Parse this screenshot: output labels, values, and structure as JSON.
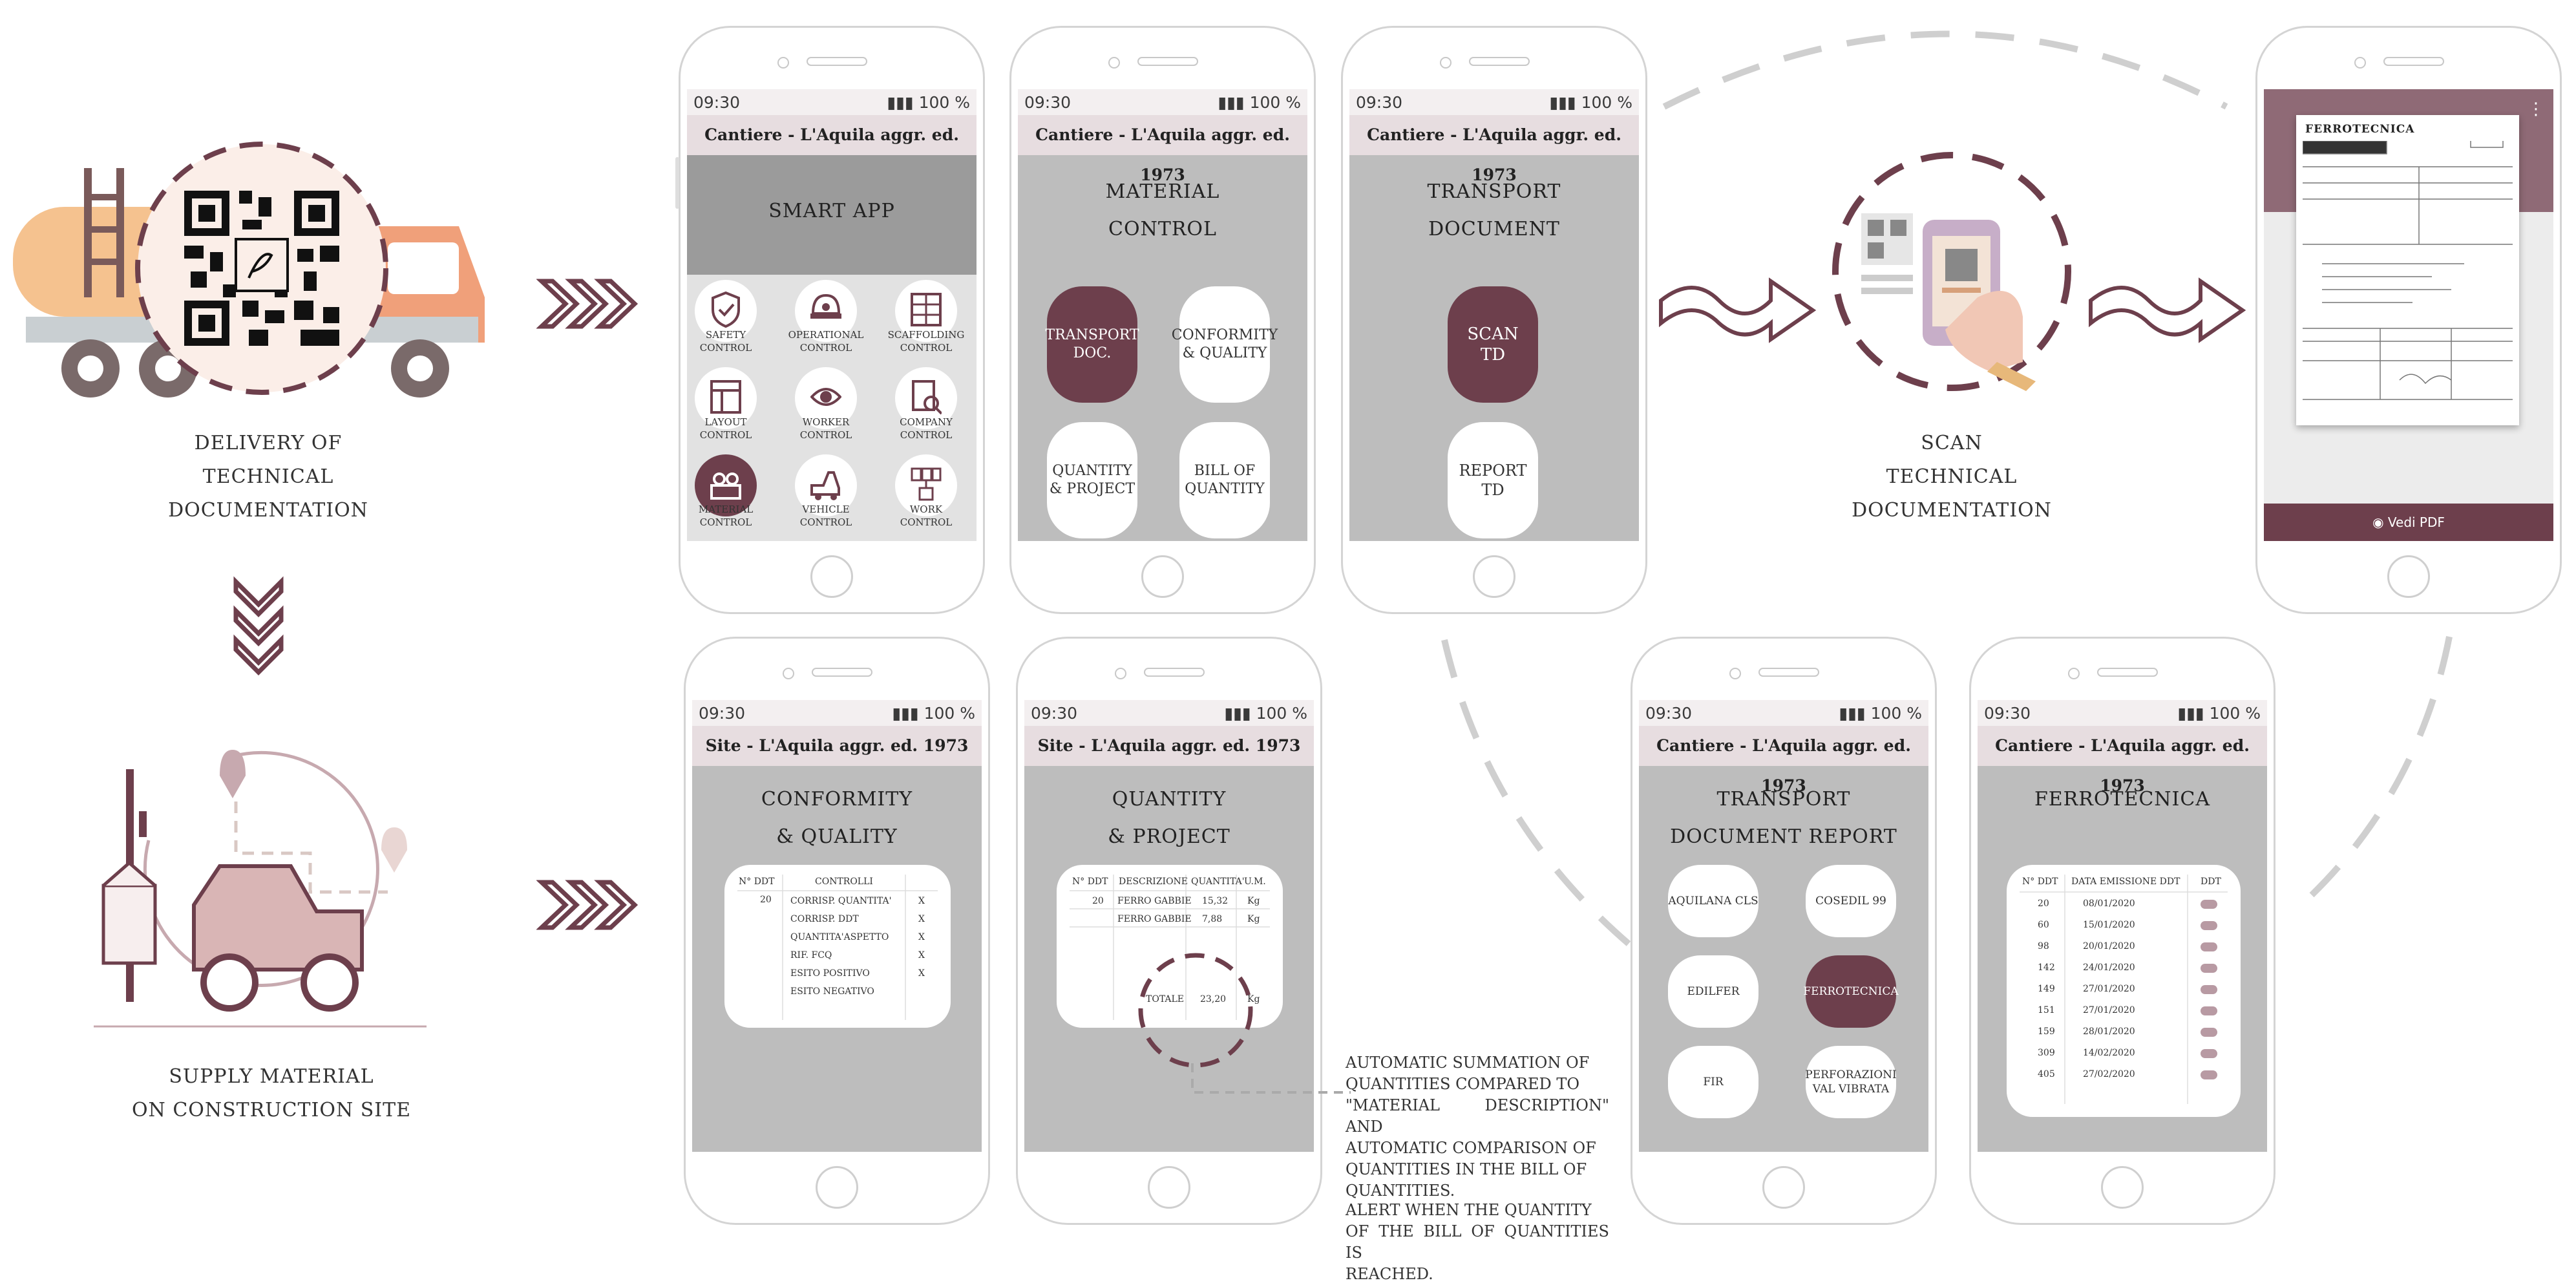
{
  "captions": {
    "delivery": [
      "DELIVERY OF",
      "TECHNICAL",
      "DOCUMENTATION"
    ],
    "supply": [
      "SUPPLY MATERIAL",
      "ON CONSTRUCTION SITE"
    ],
    "scan": [
      "SCAN",
      "TECHNICAL",
      "DOCUMENTATION"
    ]
  },
  "status": {
    "time": "09:30",
    "battery": "100 %"
  },
  "phones": {
    "smart_app": {
      "site": "Cantiere - L'Aquila aggr. ed. 1973",
      "title": "SMART APP",
      "icons": [
        [
          "SAFETY",
          "CONTROL"
        ],
        [
          "OPERATIONAL",
          "CONTROL"
        ],
        [
          "SCAFFOLDING",
          "CONTROL"
        ],
        [
          "LAYOUT",
          "CONTROL"
        ],
        [
          "WORKER",
          "CONTROL"
        ],
        [
          "COMPANY",
          "CONTROL"
        ],
        [
          "MATERIAL",
          "CONTROL"
        ],
        [
          "VEHICLE",
          "CONTROL"
        ],
        [
          "WORK",
          "CONTROL"
        ]
      ]
    },
    "material_control": {
      "site": "Cantiere - L'Aquila aggr. ed. 1973",
      "title": [
        "MATERIAL",
        "CONTROL"
      ],
      "tiles": [
        [
          "TRANSPORT",
          "DOC."
        ],
        [
          "CONFORMITY",
          "& QUALITY"
        ],
        [
          "QUANTITY",
          "& PROJECT"
        ],
        [
          "BILL OF",
          "QUANTITY"
        ]
      ]
    },
    "transport_document": {
      "site": "Cantiere - L'Aquila aggr. ed. 1973",
      "title": [
        "TRANSPORT",
        "DOCUMENT"
      ],
      "tiles": [
        [
          "SCAN",
          "TD"
        ],
        [
          "REPORT",
          "TD"
        ]
      ]
    },
    "pdf_viewer": {
      "logo": "FERROTECNICA",
      "button": "Vedi PDF"
    },
    "conformity": {
      "site": "Site - L'Aquila aggr. ed. 1973",
      "title": [
        "CONFORMITY",
        "& QUALITY"
      ],
      "headers": [
        "N° DDT",
        "CONTROLLI"
      ],
      "ddt": "20",
      "rows": [
        {
          "label": "CORRISP. QUANTITA'",
          "mark": "X"
        },
        {
          "label": "CORRISP. DDT",
          "mark": "X"
        },
        {
          "label": "QUANTITA'ASPETTO",
          "mark": "X"
        },
        {
          "label": "RIF. FCQ",
          "mark": "X"
        },
        {
          "label": "ESITO POSITIVO",
          "mark": "X"
        },
        {
          "label": "ESITO NEGATIVO",
          "mark": ""
        }
      ]
    },
    "quantity": {
      "site": "Site - L'Aquila aggr. ed. 1973",
      "title": [
        "QUANTITY",
        "& PROJECT"
      ],
      "headers": [
        "N° DDT",
        "DESCRIZIONE",
        "QUANTITA'",
        "U.M."
      ],
      "rows": [
        {
          "ddt": "20",
          "desc": "FERRO GABBIE",
          "qty": "15,32",
          "um": "Kg"
        },
        {
          "ddt": "",
          "desc": "FERRO GABBIE",
          "qty": "7,88",
          "um": "Kg"
        }
      ],
      "total_label": "TOTALE",
      "total_value": "23,20",
      "total_um": "Kg"
    },
    "td_report": {
      "site": "Cantiere - L'Aquila aggr. ed. 1973",
      "title": [
        "TRANSPORT",
        "DOCUMENT REPORT"
      ],
      "pills": [
        [
          "AQUILANA CLS"
        ],
        [
          "COSEDIL 99"
        ],
        [
          "EDILFER"
        ],
        [
          "FERROTECNICA"
        ],
        [
          "FIR"
        ],
        [
          "PERFORAZIONI",
          "VAL VIBRATA"
        ]
      ]
    },
    "ferrotecnica": {
      "site": "Cantiere - L'Aquila aggr. ed. 1973",
      "title": "FERROTECNICA",
      "headers": [
        "N° DDT",
        "DATA EMISSIONE DDT",
        "DDT"
      ],
      "rows": [
        {
          "ddt": "20",
          "date": "08/01/2020"
        },
        {
          "ddt": "60",
          "date": "15/01/2020"
        },
        {
          "ddt": "98",
          "date": "20/01/2020"
        },
        {
          "ddt": "142",
          "date": "24/01/2020"
        },
        {
          "ddt": "149",
          "date": "27/01/2020"
        },
        {
          "ddt": "151",
          "date": "27/01/2020"
        },
        {
          "ddt": "159",
          "date": "28/01/2020"
        },
        {
          "ddt": "309",
          "date": "14/02/2020"
        },
        {
          "ddt": "405",
          "date": "27/02/2020"
        }
      ]
    }
  },
  "notes": {
    "summation": [
      "AUTOMATIC SUMMATION OF",
      "QUANTITIES COMPARED TO",
      "\"MATERIAL DESCRIPTION\" AND",
      "AUTOMATIC COMPARISON OF",
      "QUANTITIES IN THE BILL OF",
      "QUANTITIES."
    ],
    "alert": [
      "ALERT WHEN THE QUANTITY",
      "OF THE BILL OF QUANTITIES IS",
      "REACHED."
    ]
  },
  "colors": {
    "accent": "#6d3f4c",
    "screen_bg": "#bdbdbd",
    "header_bg": "#e7dde0",
    "truck_orange": "#f0a07a",
    "tank": "#f5c28f"
  }
}
